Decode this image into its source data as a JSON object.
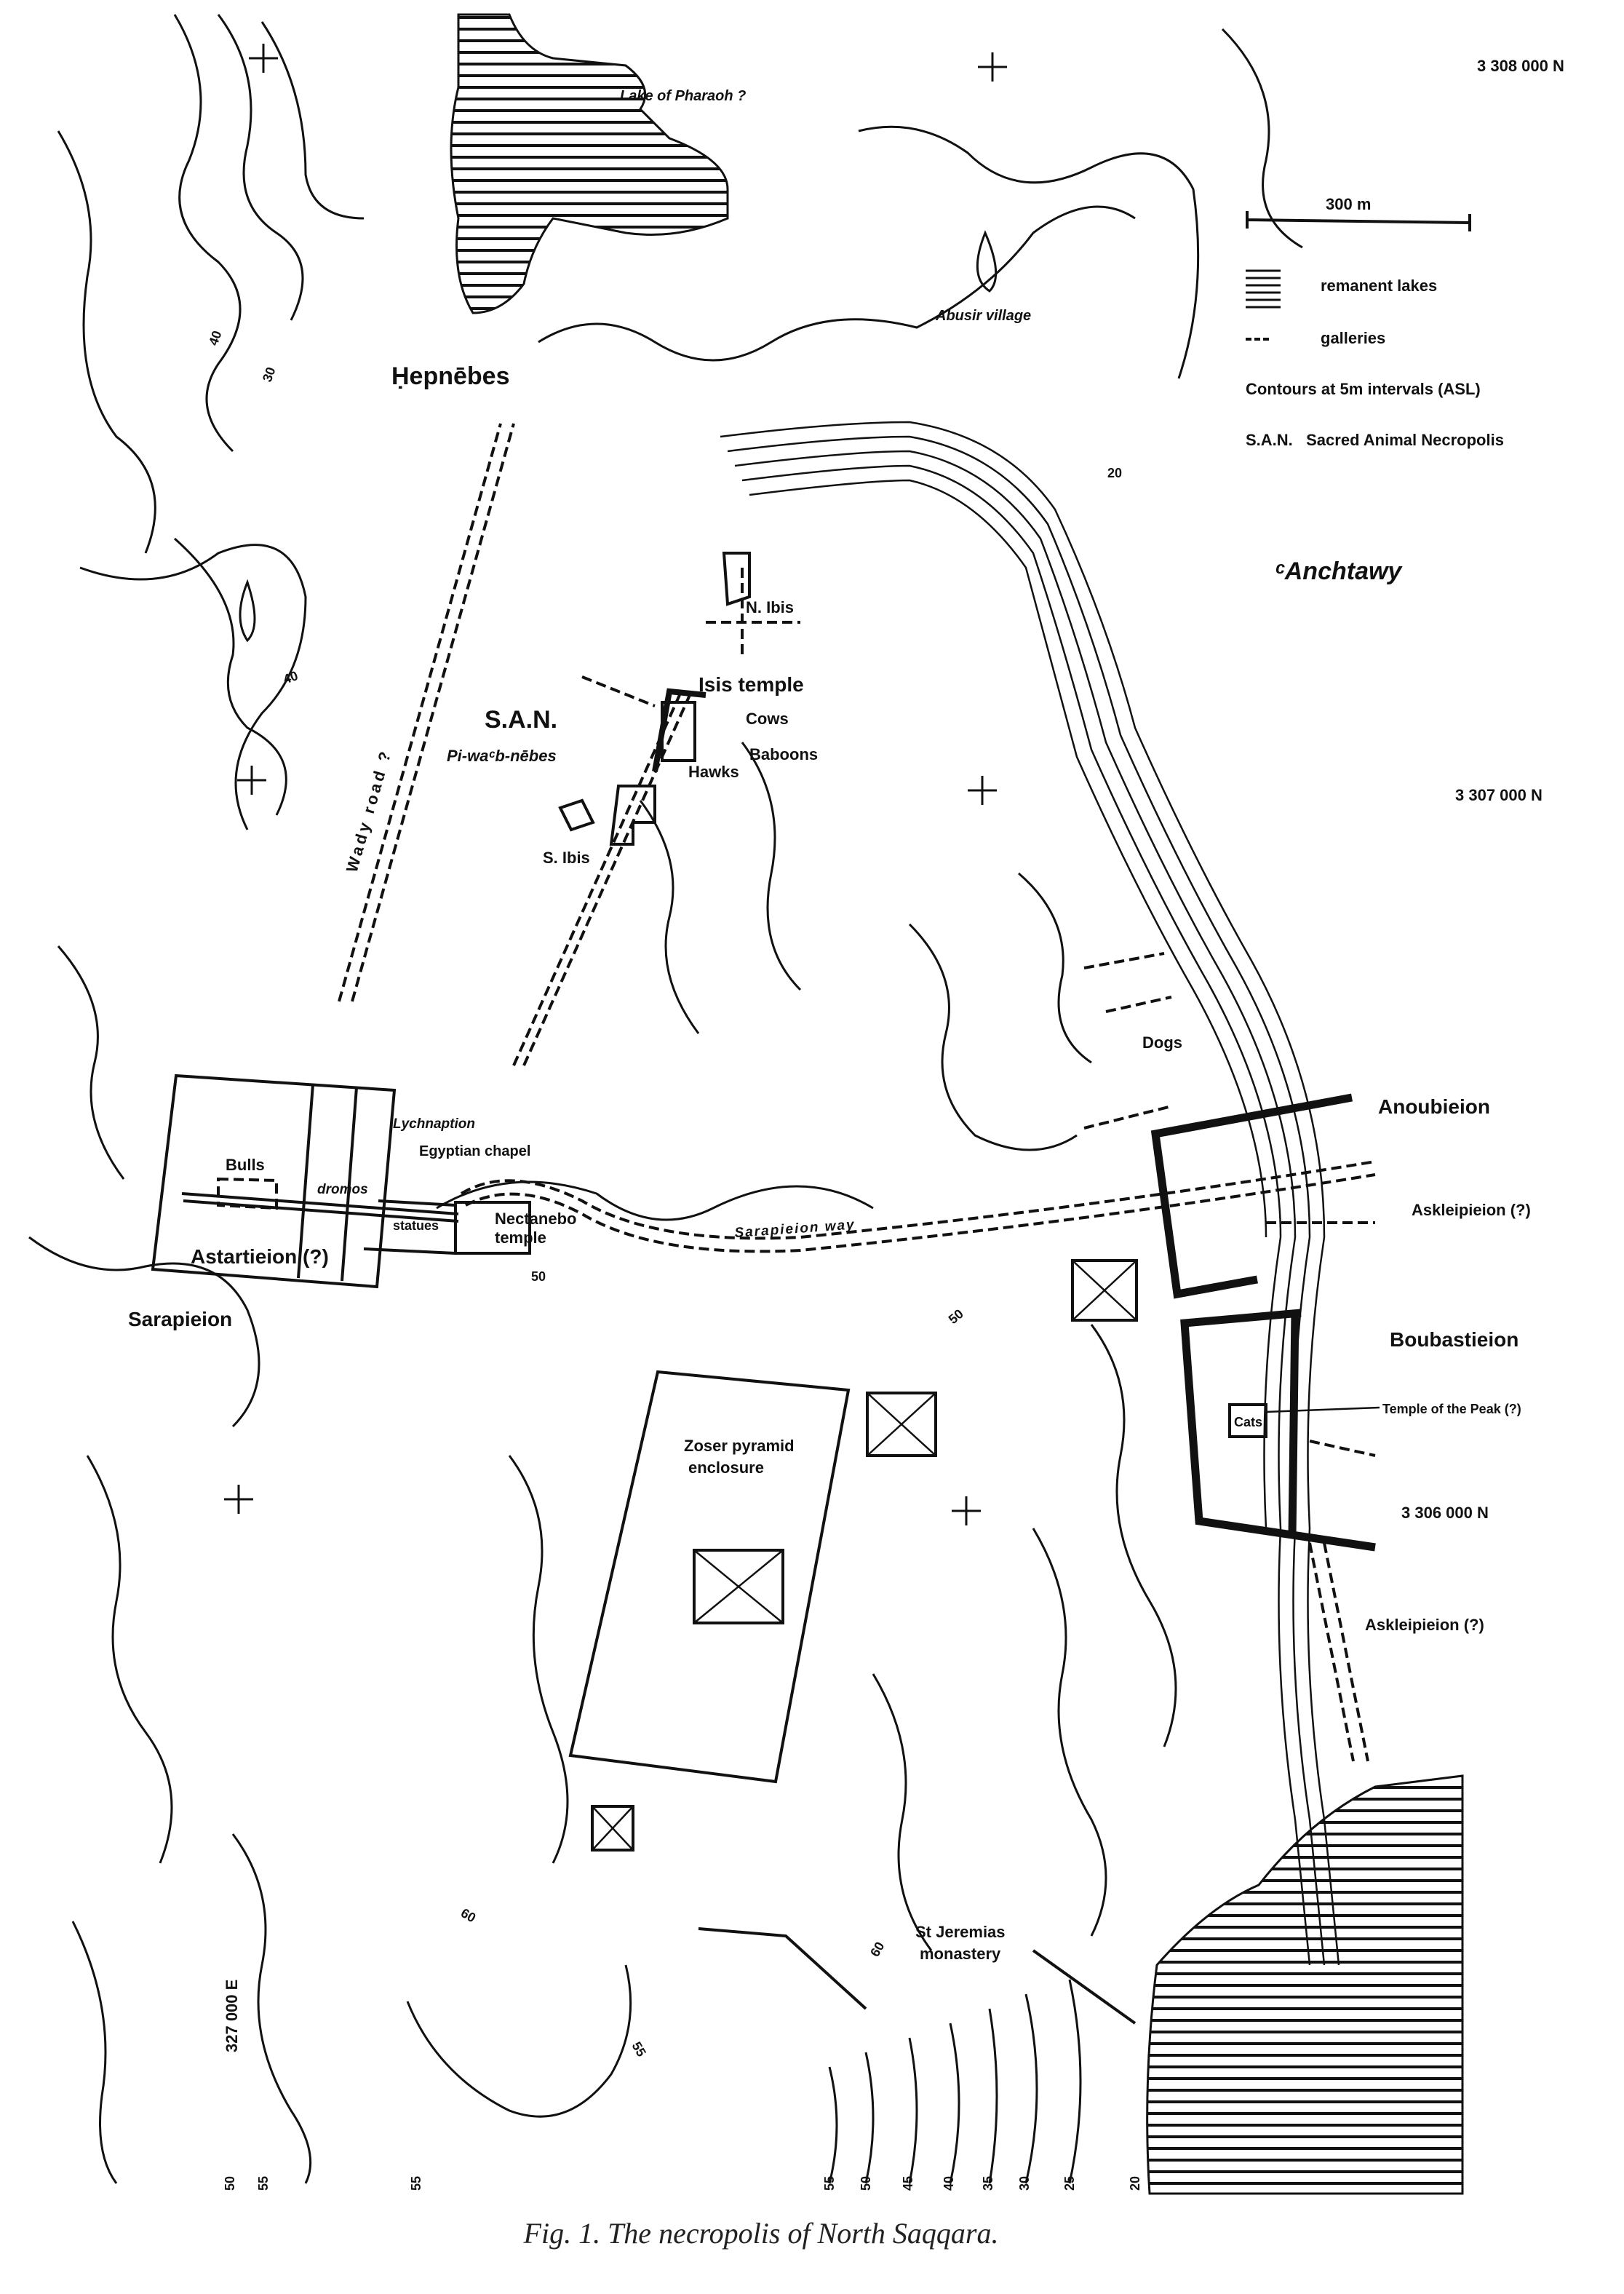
{
  "grid": {
    "north_3308": "3 308 000 N",
    "north_3307": "3 307 000 N",
    "north_3306": "3 306 000 N",
    "east_327": "327 000 E"
  },
  "legend": {
    "scale": "300 m",
    "lakes": "remanent lakes",
    "galleries": "galleries",
    "contours": "Contours at 5m intervals (ASL)",
    "san": "S.A.N.   Sacred Animal Necropolis"
  },
  "places": {
    "lake_pharaoh": "Lake of Pharaoh ?",
    "abusir": "Abusir village",
    "hepnebes": "Ḥepnēbes",
    "anchtawy": "ᶜAnchtawy",
    "n_ibis": "N. Ibis",
    "isis_temple": "Isis temple",
    "cows": "Cows",
    "baboons": "Baboons",
    "hawks": "Hawks",
    "san": "S.A.N.",
    "piwsb": "Pi-waᶜb-nēbes",
    "s_ibis": "S. Ibis",
    "wady_road": "Wady road ?",
    "dogs": "Dogs",
    "anoubieion": "Anoubieion",
    "askleipieion_n": "Askleipieion (?)",
    "lychnaption": "Lychnaption",
    "egyptian_chapel": "Egyptian chapel",
    "bulls": "Bulls",
    "dromos": "dromos",
    "statues": "statues",
    "nectanebo_1": "Nectanebo",
    "nectanebo_2": "temple",
    "astartieion": "Astartieion (?)",
    "sarapieion": "Sarapieion",
    "sarapieion_way": "Sarapieion way",
    "boubastieion": "Boubastieion",
    "temple_peak": "Temple of the Peak (?)",
    "cats": "Cats",
    "zoser_1": "Zoser pyramid",
    "zoser_2": "enclosure",
    "askleipieion_s": "Askleipieion (?)",
    "jeremias_1": "St Jeremias",
    "jeremias_2": "monastery"
  },
  "contour_labels": {
    "nw40": "40",
    "nw30": "30",
    "w40": "40",
    "e20": "20",
    "c50": "50",
    "c50b": "50",
    "s60": "60",
    "s60b": "60",
    "s55": "55",
    "b1": "50",
    "b2": "55",
    "b3": "55",
    "b4": "55",
    "b5": "50",
    "b6": "45",
    "b7": "40",
    "b8": "35",
    "b9": "30",
    "b10": "25",
    "b11": "20"
  },
  "caption": "Fig. 1. The necropolis of North Saqqara."
}
